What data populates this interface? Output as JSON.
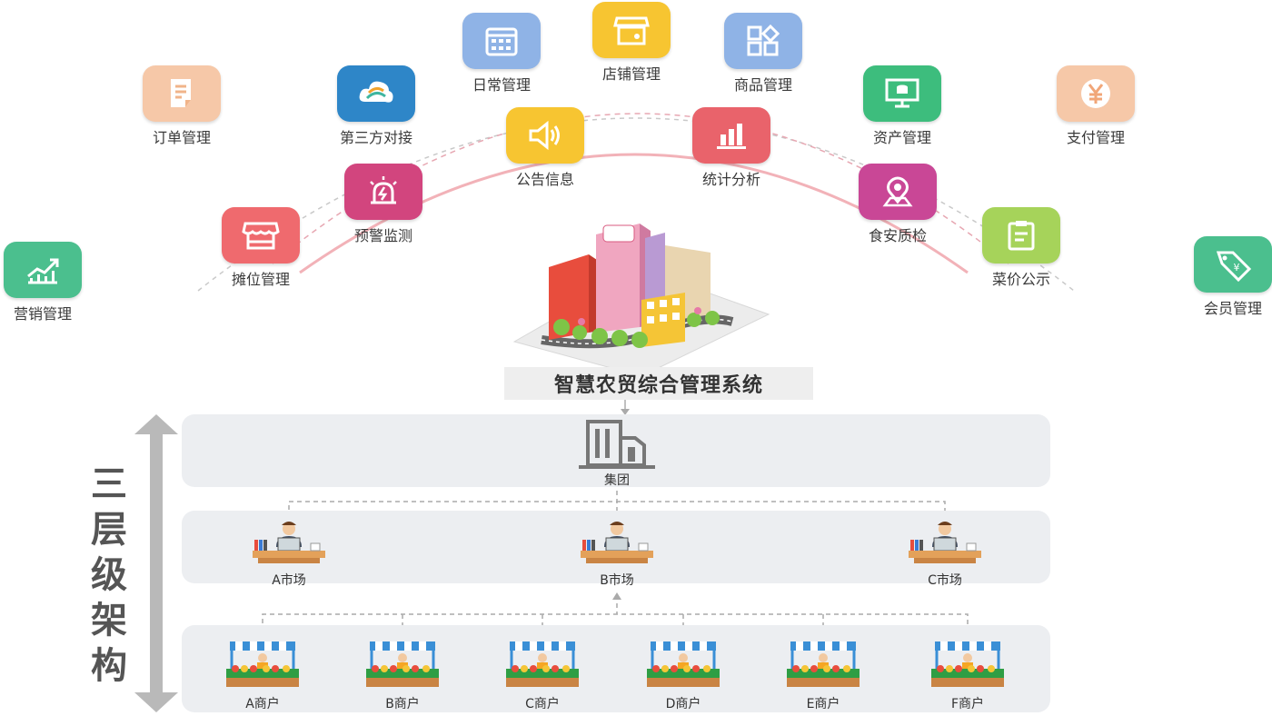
{
  "title": "智慧农贸综合管理系统",
  "vertical_label": [
    "三",
    "层",
    "级",
    "架",
    "构"
  ],
  "modules": {
    "riChang": {
      "label": "日常管理",
      "color": "#8fb3e6",
      "icon": "calendar-icon"
    },
    "dianPu": {
      "label": "店铺管理",
      "color": "#f7c531",
      "icon": "storefront-icon"
    },
    "shangPin": {
      "label": "商品管理",
      "color": "#8fb3e6",
      "icon": "grid-icon"
    },
    "dingDan": {
      "label": "订单管理",
      "color": "#f6c8a8",
      "icon": "document-icon"
    },
    "diSanFang": {
      "label": "第三方对接",
      "color": "#2e86c8",
      "icon": "cloud-icon"
    },
    "ziChan": {
      "label": "资产管理",
      "color": "#3dbd7d",
      "icon": "monitor-icon"
    },
    "zhiFu": {
      "label": "支付管理",
      "color": "#f6c8a8",
      "icon": "yen-icon"
    },
    "gongGao": {
      "label": "公告信息",
      "color": "#f7c531",
      "icon": "speaker-icon"
    },
    "tongJi": {
      "label": "统计分析",
      "color": "#e9636b",
      "icon": "bar-chart-icon"
    },
    "yuJing": {
      "label": "预警监测",
      "color": "#d2457e",
      "icon": "alarm-icon"
    },
    "shiAn": {
      "label": "食安质检",
      "color": "#c94796",
      "icon": "location-pin-icon"
    },
    "tanWei": {
      "label": "摊位管理",
      "color": "#ef6a6e",
      "icon": "stall-icon"
    },
    "caiJia": {
      "label": "菜价公示",
      "color": "#a6d35a",
      "icon": "clipboard-icon"
    },
    "yingXiao": {
      "label": "营销管理",
      "color": "#4bbf8e",
      "icon": "trend-chart-icon"
    },
    "huiYuan": {
      "label": "会员管理",
      "color": "#4bbf8e",
      "icon": "tag-icon"
    }
  },
  "group": {
    "label": "集团",
    "icon": "building-icon"
  },
  "markets": [
    {
      "label": "A市场"
    },
    {
      "label": "B市场"
    },
    {
      "label": "C市场"
    }
  ],
  "merchants": [
    {
      "label": "A商户"
    },
    {
      "label": "B商户"
    },
    {
      "label": "C商户"
    },
    {
      "label": "D商户"
    },
    {
      "label": "E商户"
    },
    {
      "label": "F商户"
    }
  ]
}
